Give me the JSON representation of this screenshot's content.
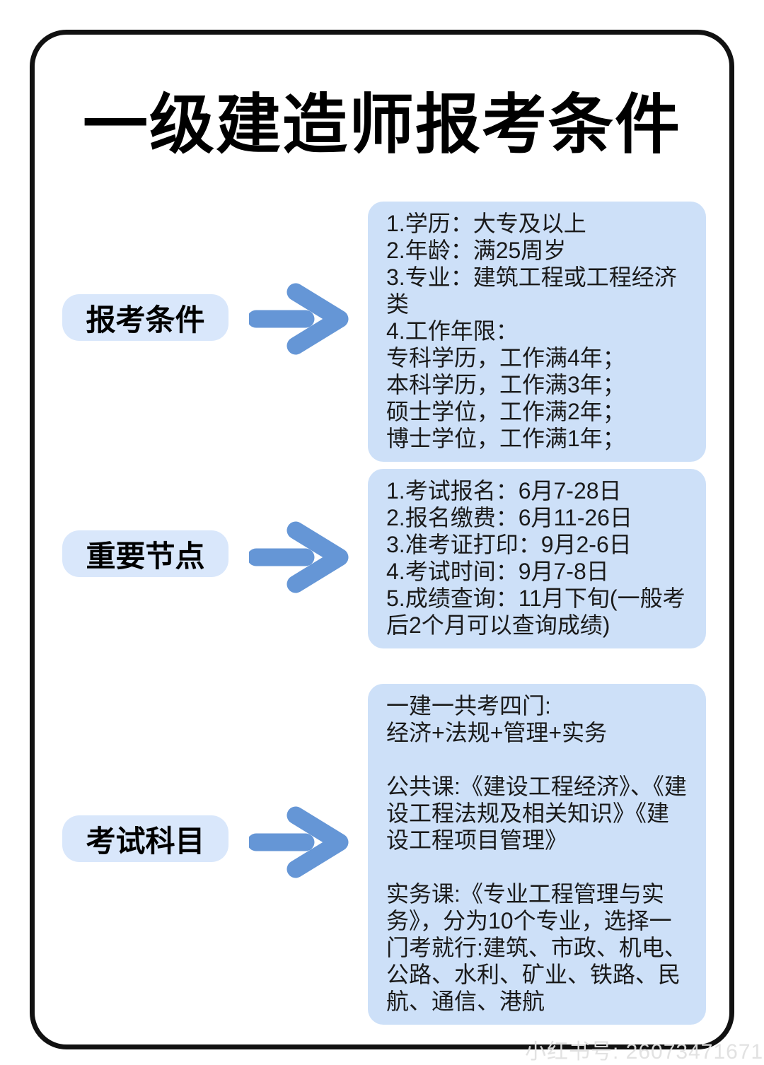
{
  "title": "一级建造师报考条件",
  "watermark": "小红书号: 26073471671",
  "colors": {
    "content_box": "#cde0f8",
    "label_box": "#d9e7fb",
    "arrow": "#6596d6",
    "text": "#1a1a1a",
    "frame": "#111111"
  },
  "sections": [
    {
      "label": "报考条件",
      "lines": [
        "1.学历：大专及以上",
        "2.年龄：满25周岁",
        "3.专业：建筑工程或工程经济类",
        "4.工作年限：",
        "专科学历，工作满4年；",
        "本科学历，工作满3年；",
        "硕士学位，工作满2年；",
        "博士学位，工作满1年；"
      ]
    },
    {
      "label": "重要节点",
      "lines": [
        "1.考试报名：6月7-28日",
        "2.报名缴费：6月11-26日",
        "3.准考证打印：9月2-6日",
        "4.考试时间：9月7-8日",
        "5.成绩查询：11月下旬(一般考后2个月可以查询成绩)"
      ]
    },
    {
      "label": "考试科目",
      "lines": [
        "一建一共考四门:",
        "经济+法规+管理+实务",
        "",
        "公共课:《建设工程经济》、《建设工程法规及相关知识》《建设工程项目管理》",
        "",
        "实务课:《专业工程管理与实务》，分为10个专业，选择一门考就行:建筑、市政、机电、公路、水利、矿业、铁路、民航、通信、港航"
      ]
    }
  ]
}
